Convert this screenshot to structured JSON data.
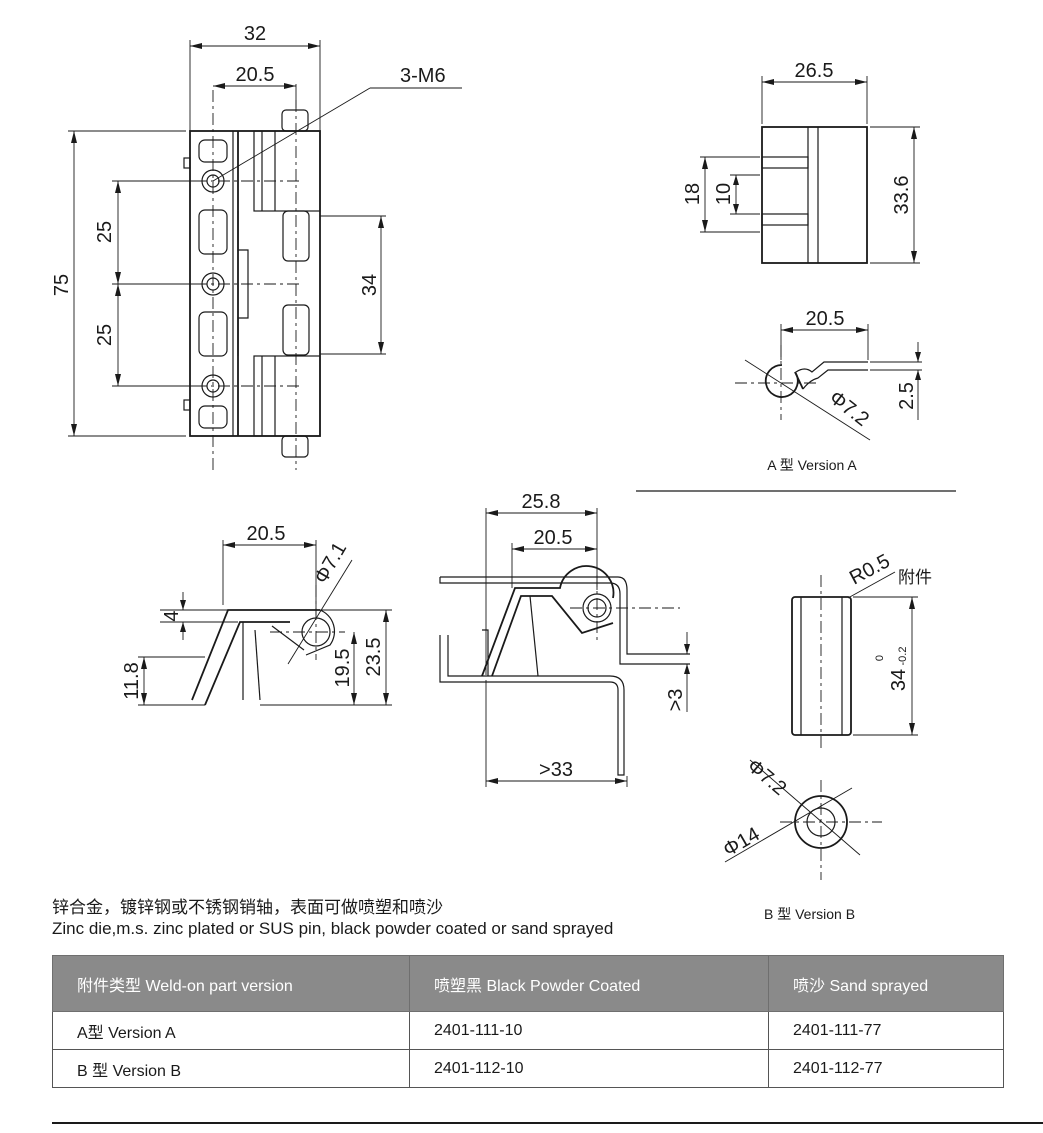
{
  "drawing": {
    "front_view": {
      "dims": [
        "32",
        "20.5",
        "3-M6",
        "75",
        "25",
        "25",
        "34"
      ]
    },
    "side_view": {
      "dims": [
        "26.5",
        "18",
        "10",
        "33.6"
      ]
    },
    "version_a_view": {
      "dims": [
        "20.5",
        "Φ7.2",
        "2.5"
      ],
      "caption": "A 型 Version A"
    },
    "left_profile": {
      "dims": [
        "20.5",
        "Φ7.1",
        "4",
        "11.8",
        "19.5",
        "23.5"
      ]
    },
    "middle_profile": {
      "dims": [
        "25.8",
        "20.5",
        ">3",
        ">33"
      ]
    },
    "version_b_view": {
      "dims": [
        "R0.5",
        "附件",
        "34",
        "0",
        "-0.2",
        "Φ7.2",
        "Φ14"
      ],
      "caption": "B 型 Version B"
    }
  },
  "description": {
    "cn": "锌合金，镀锌钢或不锈钢销轴，表面可做喷塑和喷沙",
    "en": "Zinc die,m.s. zinc plated or SUS pin, black powder coated or  sand sprayed"
  },
  "table": {
    "headers": [
      "附件类型 Weld-on part version",
      "喷塑黑 Black  Powder Coated",
      "喷沙 Sand sprayed"
    ],
    "rows": [
      [
        "A型 Version A",
        "2401-111-10",
        "2401-111-77"
      ],
      [
        "B 型 Version B",
        "2401-112-10",
        "2401-112-77"
      ]
    ]
  },
  "colors": {
    "header_bg": "#8a8a8a",
    "header_text": "#ffffff",
    "line": "#1a1a1a"
  }
}
